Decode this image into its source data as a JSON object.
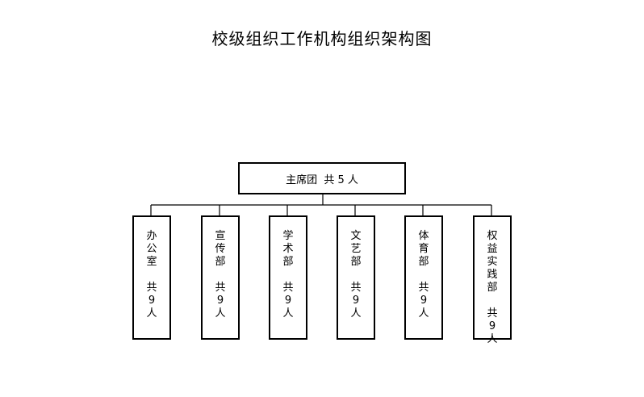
{
  "title": "校级组织工作机构组织架构图",
  "root": {
    "label": "主席团  共 5 人"
  },
  "departments": [
    {
      "label": "办\n公\n室\n\n共\n9\n人"
    },
    {
      "label": "宣\n传\n部\n\n共\n9\n人"
    },
    {
      "label": "学\n术\n部\n\n共\n9\n人"
    },
    {
      "label": "文\n艺\n部\n\n共\n9\n人"
    },
    {
      "label": "体\n育\n部\n\n共\n9\n人"
    },
    {
      "label": "权\n益\n实\n践\n部\n\n共\n9\n人"
    }
  ]
}
